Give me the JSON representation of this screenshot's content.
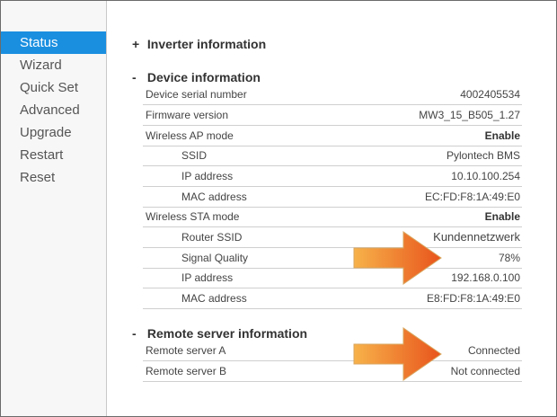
{
  "sidebar": {
    "items": [
      {
        "label": "Status",
        "active": true
      },
      {
        "label": "Wizard",
        "active": false
      },
      {
        "label": "Quick Set",
        "active": false
      },
      {
        "label": "Advanced",
        "active": false
      },
      {
        "label": "Upgrade",
        "active": false
      },
      {
        "label": "Restart",
        "active": false
      },
      {
        "label": "Reset",
        "active": false
      }
    ]
  },
  "sections": {
    "inverter": {
      "sign": "+",
      "title": "Inverter information"
    },
    "device": {
      "sign": "-",
      "title": "Device information",
      "rows": [
        {
          "label": "Device serial number",
          "value": "4002405534"
        },
        {
          "label": "Firmware version",
          "value": "MW3_15_B505_1.27"
        },
        {
          "label": "Wireless AP mode",
          "value": "Enable"
        },
        {
          "label": "SSID",
          "value": "Pylontech BMS"
        },
        {
          "label": "IP address",
          "value": "10.10.100.254"
        },
        {
          "label": "MAC address",
          "value": "EC:FD:F8:1A:49:E0"
        },
        {
          "label": "Wireless STA mode",
          "value": "Enable"
        },
        {
          "label": "Router SSID",
          "value": "Kundennetzwerk"
        },
        {
          "label": "Signal Quality",
          "value": "78%"
        },
        {
          "label": "IP address",
          "value": "192.168.0.100"
        },
        {
          "label": "MAC address",
          "value": "E8:FD:F8:1A:49:E0"
        }
      ]
    },
    "remote": {
      "sign": "-",
      "title": "Remote server information",
      "rows": [
        {
          "label": "Remote server A",
          "value": "Connected"
        },
        {
          "label": "Remote server B",
          "value": "Not connected"
        }
      ]
    }
  },
  "colors": {
    "active_nav": "#1a8fe0",
    "arrow_light": "#f7b24a",
    "arrow_dark": "#e8541c"
  },
  "icons": [
    "arrow-right-icon"
  ]
}
